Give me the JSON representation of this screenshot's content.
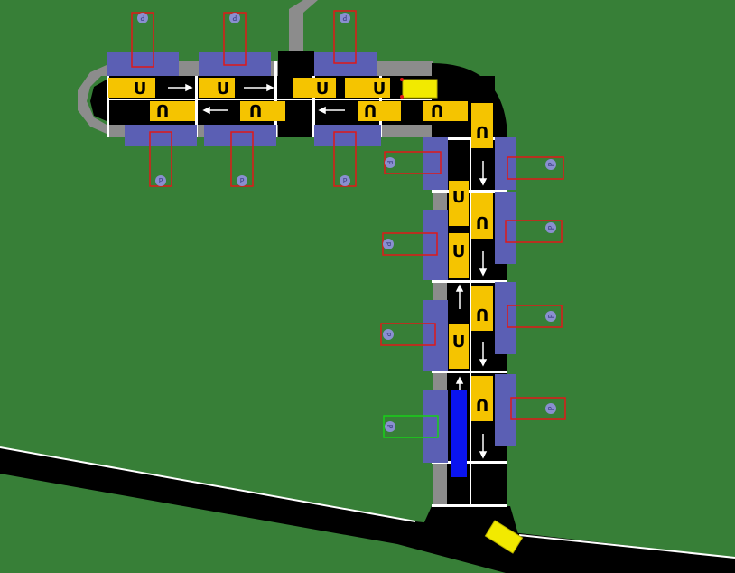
{
  "scene": {
    "title": "",
    "colors": {
      "grass": "#377f37",
      "road": "#000000",
      "sidewalk": "#8c8c8c",
      "parking_zone": "#5b5fb4",
      "stop_marker": "#f5c400",
      "vehicle_yellow": "#f2ea00",
      "vehicle_blue": "#0a14f0",
      "slot_outline": "#e01818",
      "slot_outline_selected": "#18d018",
      "p_sign": "#8a8fd0",
      "lane_marking": "#ffffff"
    },
    "icons": [
      "parking-sign-icon",
      "stop-letter-glyph",
      "lane-arrow-icon"
    ],
    "parking_sign_label": "P",
    "stop_glyph_label": "U",
    "parking_slots_total": 14,
    "parking_slots_selected": 1,
    "vehicles_yellow": 2,
    "vehicles_blue": 1
  }
}
